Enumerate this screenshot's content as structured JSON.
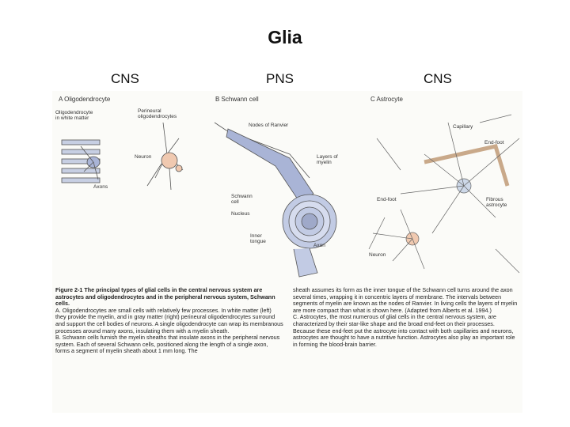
{
  "slide": {
    "title": "Glia",
    "columns": [
      "CNS",
      "PNS",
      "CNS"
    ]
  },
  "panels": {
    "a": {
      "label": "A  Oligodendrocyte",
      "annotations": [
        "Oligodendrocyte in white matter",
        "Perineural oligodendrocytes",
        "Neuron",
        "Axons"
      ]
    },
    "b": {
      "label": "B  Schwann cell",
      "annotations": [
        "Nodes of Ranvier",
        "Layers of myelin",
        "Schwann cell",
        "Nucleus",
        "Inner tongue",
        "Axon"
      ]
    },
    "c": {
      "label": "C  Astrocyte",
      "annotations": [
        "Capillary",
        "End-foot",
        "End-foot",
        "Fibrous astrocyte",
        "Neuron"
      ]
    }
  },
  "caption": {
    "heading": "Figure 2-1  The principal types of glial cells in the central nervous system are astrocytes and oligodendrocytes and in the peripheral nervous system, Schwann cells.",
    "left_a": "A. Oligodendrocytes are small cells with relatively few processes. In white matter (left) they provide the myelin, and in gray matter (right) perineural oligodendrocytes surround and support the cell bodies of neurons. A single oligodendrocyte can wrap its membranous processes around many axons, insulating them with a myelin sheath.",
    "left_b": "B. Schwann cells furnish the myelin sheaths that insulate axons in the peripheral nervous system. Each of several Schwann cells, positioned along the length of a single axon, forms a segment of myelin sheath about 1 mm long. The",
    "right_1": "sheath assumes its form as the inner tongue of the Schwann cell turns around the axon several times, wrapping it in concentric layers of membrane. The intervals between segments of myelin are known as the nodes of Ranvier. In living cells the layers of myelin are more compact than what is shown here. (Adapted from Alberts et al. 1994.)",
    "right_c": "C. Astrocytes, the most numerous of glial cells in the central nervous system, are characterized by their star-like shape and the broad end-feet on their processes. Because these end-feet put the astrocyte into contact with both capillaries and neurons, astrocytes are thought to have a nutritive function. Astrocytes also play an important role in forming the blood-brain barrier."
  },
  "colors": {
    "myelin": "#a9b4d6",
    "cell_body": "#f0c9b0",
    "capillary": "#f5dfc6"
  }
}
